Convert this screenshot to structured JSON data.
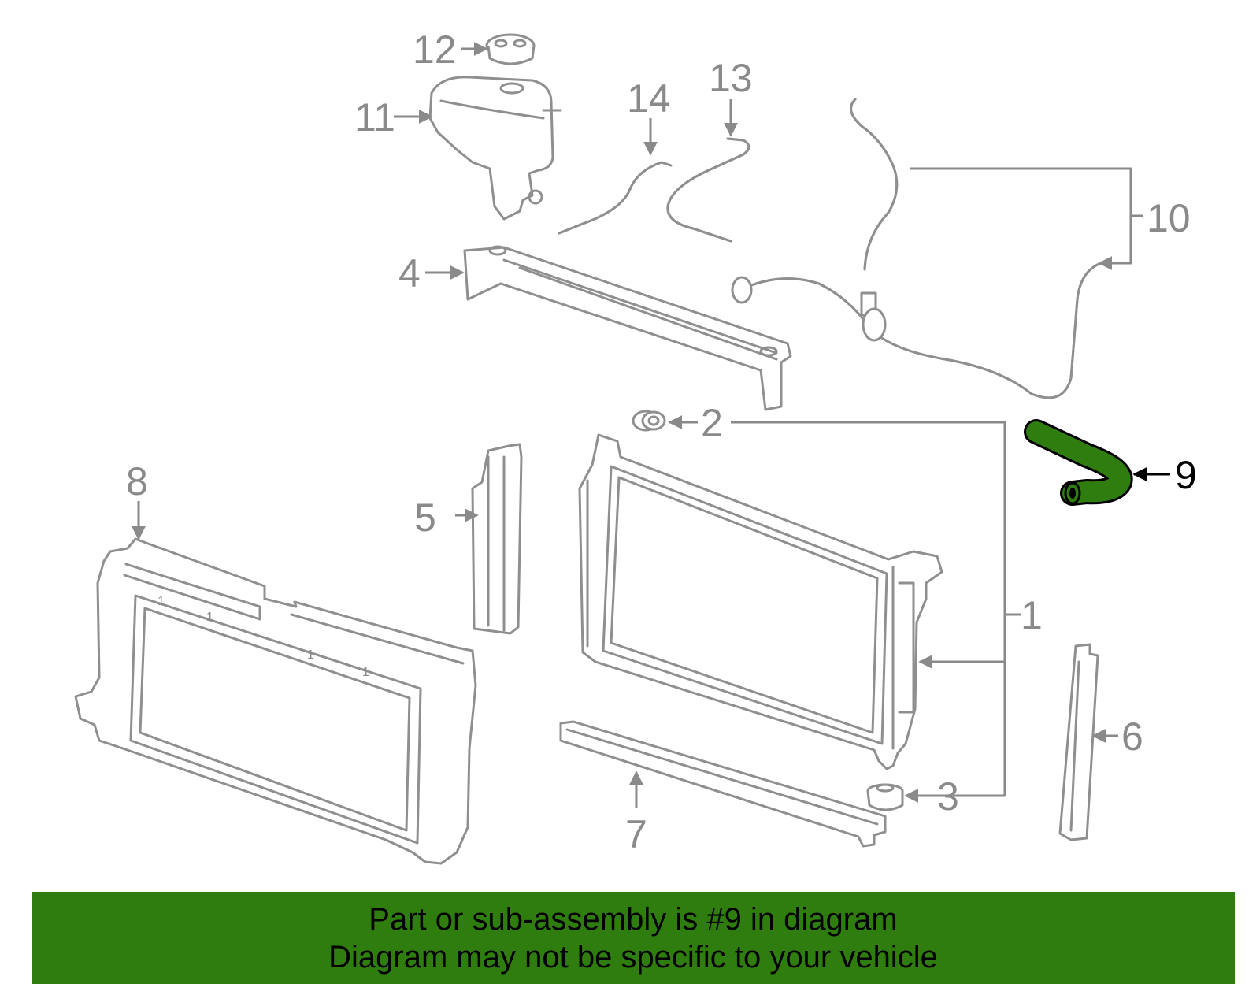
{
  "diagram": {
    "callouts": [
      {
        "id": "1",
        "label": "1"
      },
      {
        "id": "2",
        "label": "2"
      },
      {
        "id": "3",
        "label": "3"
      },
      {
        "id": "4",
        "label": "4"
      },
      {
        "id": "5",
        "label": "5"
      },
      {
        "id": "6",
        "label": "6"
      },
      {
        "id": "7",
        "label": "7"
      },
      {
        "id": "8",
        "label": "8"
      },
      {
        "id": "9",
        "label": "9"
      },
      {
        "id": "10",
        "label": "10"
      },
      {
        "id": "11",
        "label": "11"
      },
      {
        "id": "12",
        "label": "12"
      },
      {
        "id": "13",
        "label": "13"
      },
      {
        "id": "14",
        "label": "14"
      }
    ],
    "highlighted_part": "9",
    "highlight_color": "#2f7d0f",
    "part_line_color": "#8f8f8f"
  },
  "banner": {
    "line1": "Part or sub-assembly is #9 in diagram",
    "line2": "Diagram may not be specific to your vehicle",
    "background": "#2f7d0f"
  }
}
